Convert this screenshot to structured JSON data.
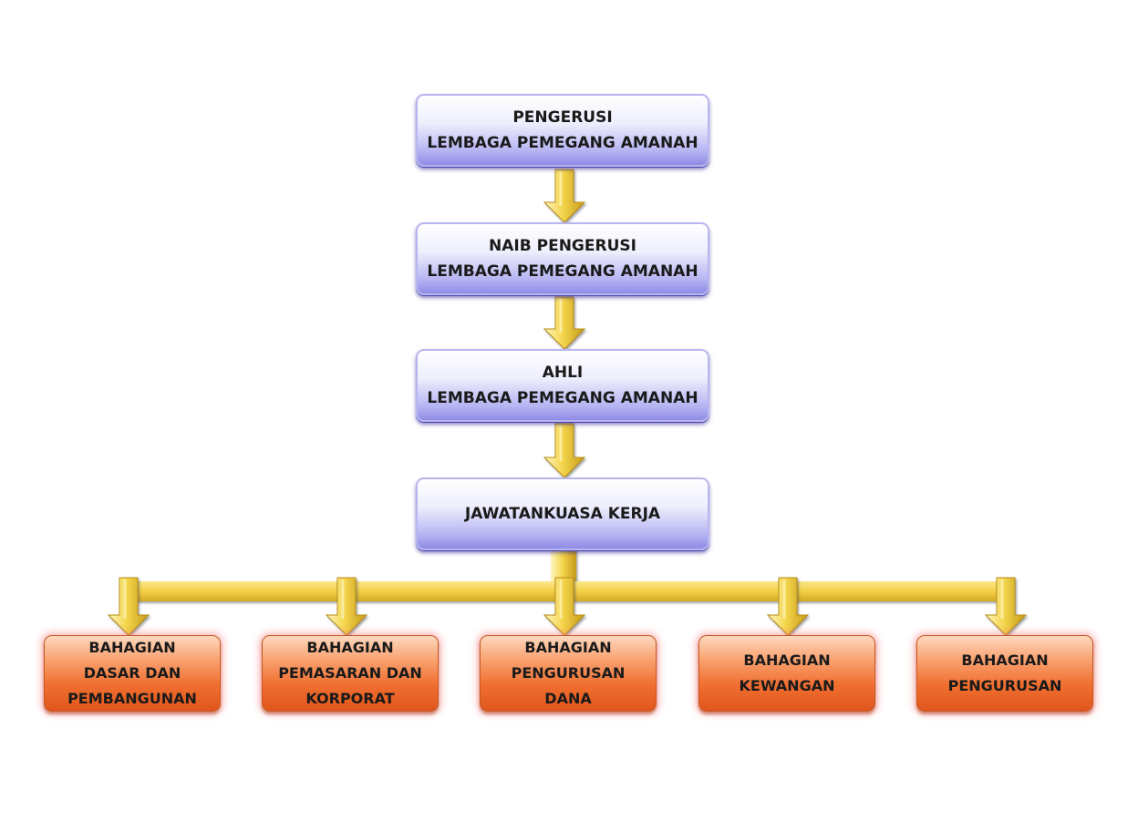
{
  "chairman": [
    "PENGERUSI",
    "LEMBAGA PEMEGANG AMANAH"
  ],
  "vice_chairman": [
    "NAIB PENGERUSI",
    "LEMBAGA PEMEGANG AMANAH"
  ],
  "members": [
    "AHLI",
    "LEMBAGA PEMEGANG AMANAH"
  ],
  "committee": [
    "JAWATANKUASA KERJA"
  ],
  "divisions": [
    [
      "BAHAGIAN",
      "DASAR DAN",
      "PEMBANGUNAN"
    ],
    [
      "BAHAGIAN",
      "PEMASARAN DAN",
      "KORPORAT"
    ],
    [
      "BAHAGIAN",
      "PENGURUSAN",
      "DANA"
    ],
    [
      "BAHAGIAN",
      "KEWANGAN"
    ],
    [
      "BAHAGIAN",
      "PENGURUSAN"
    ]
  ],
  "colors": {
    "blue_box": "#b6b4f2",
    "orange_box": "#f06f30",
    "arrow": "#f2d24a",
    "connector": "#f2d24a"
  }
}
